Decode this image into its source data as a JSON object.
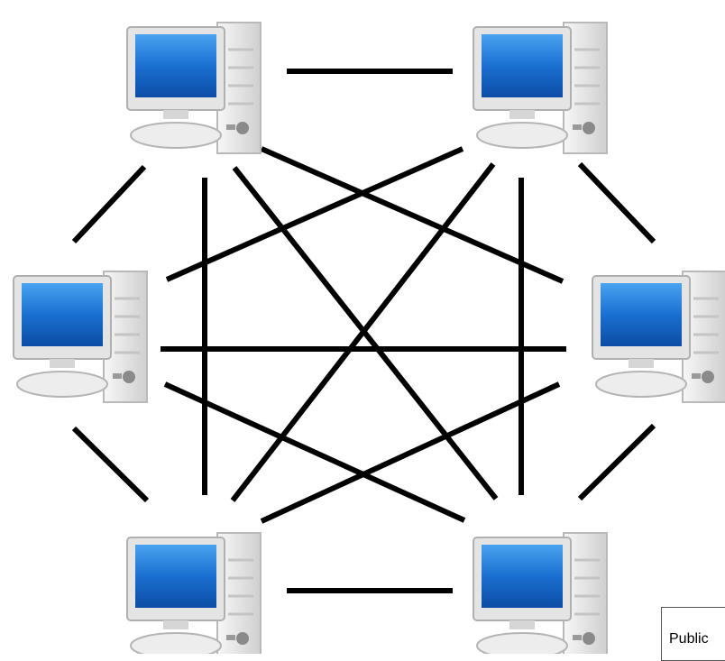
{
  "diagram": {
    "type": "fully-connected-network",
    "nodes": [
      {
        "id": "top-left",
        "icon": "desktop-computer-icon"
      },
      {
        "id": "top-right",
        "icon": "desktop-computer-icon"
      },
      {
        "id": "middle-left",
        "icon": "desktop-computer-icon"
      },
      {
        "id": "middle-right",
        "icon": "desktop-computer-icon"
      },
      {
        "id": "bottom-left",
        "icon": "desktop-computer-icon"
      },
      {
        "id": "bottom-right",
        "icon": "desktop-computer-icon"
      }
    ],
    "colors": {
      "screen": "#1a6fd0",
      "case": "#e9e9e9",
      "link": "#000000",
      "background": "#ffffff"
    }
  },
  "caption": {
    "text": "Public"
  }
}
